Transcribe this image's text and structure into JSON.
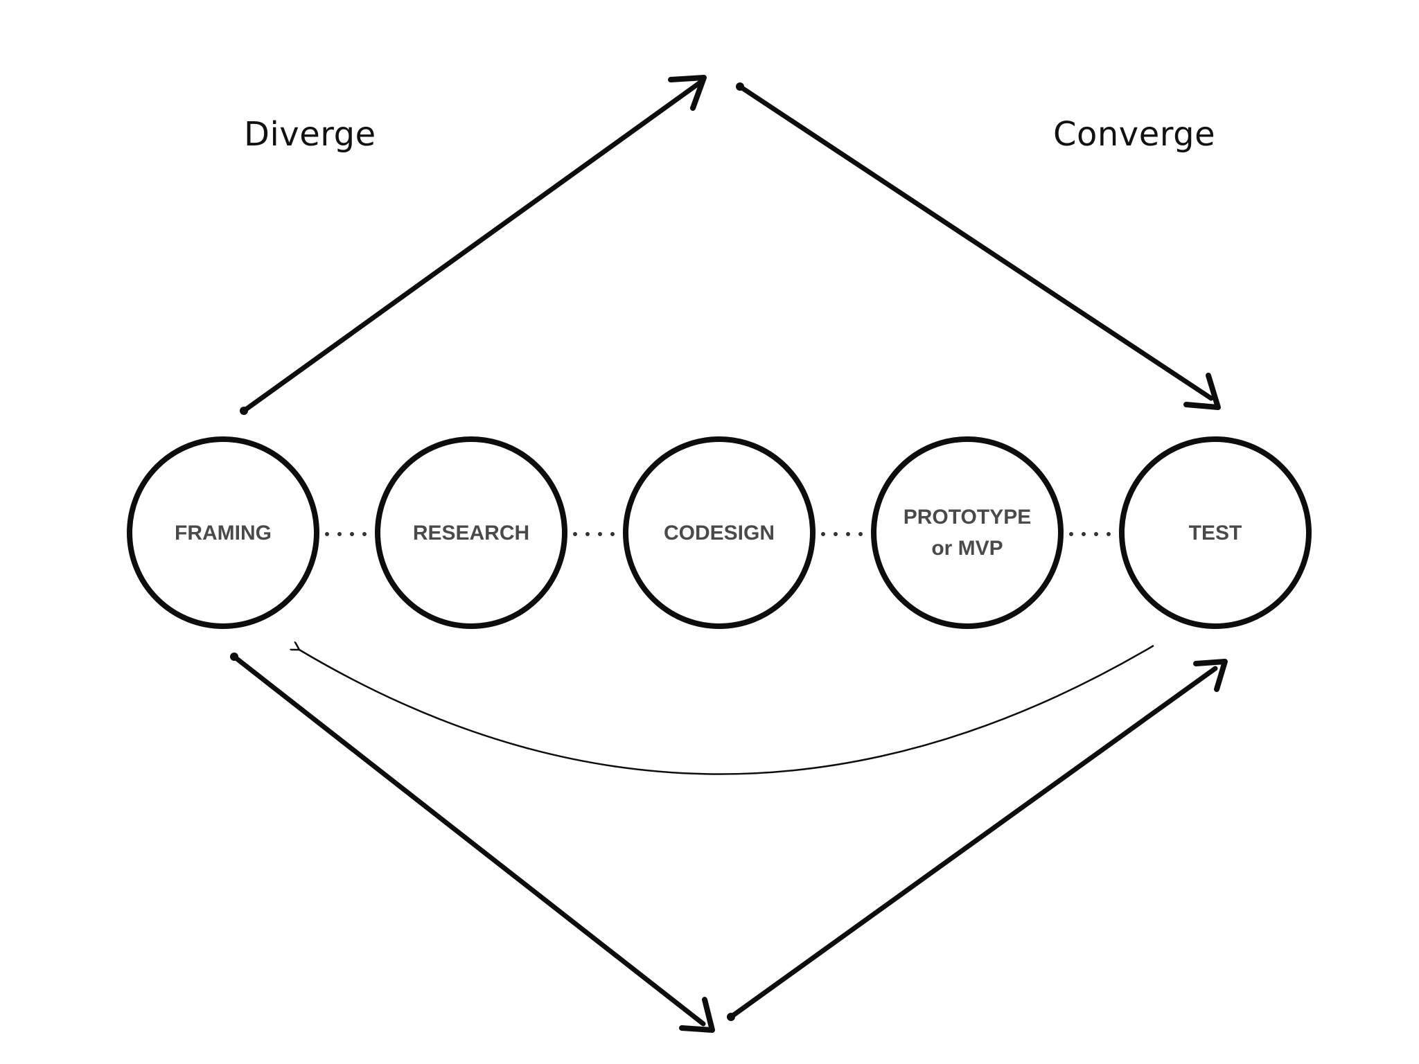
{
  "labels": {
    "diverge": "Diverge",
    "converge": "Converge"
  },
  "stages": [
    {
      "id": "framing",
      "lines": [
        "FRAMING"
      ]
    },
    {
      "id": "research",
      "lines": [
        "RESEARCH"
      ]
    },
    {
      "id": "codesign",
      "lines": [
        "CODESIGN"
      ]
    },
    {
      "id": "prototype",
      "lines": [
        "PROTOTYPE",
        "or MVP"
      ]
    },
    {
      "id": "test",
      "lines": [
        "TEST"
      ]
    }
  ],
  "colors": {
    "stroke": "#0d0d0d",
    "stage_text": "#4a4a4a",
    "label_text": "#111111",
    "background": "#ffffff"
  }
}
